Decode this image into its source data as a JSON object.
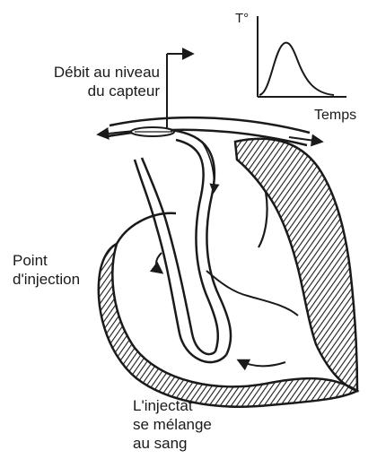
{
  "labels": {
    "sensor_flow": [
      "Débit au niveau",
      "du capteur"
    ],
    "injection_point": [
      "Point",
      "d'injection"
    ],
    "mixing": [
      "L'injectat",
      "se mélange",
      "au sang"
    ],
    "temperature_axis": "T°",
    "time_axis": "Temps"
  },
  "colors": {
    "ink": "#1a1a1a",
    "background": "#ffffff"
  }
}
